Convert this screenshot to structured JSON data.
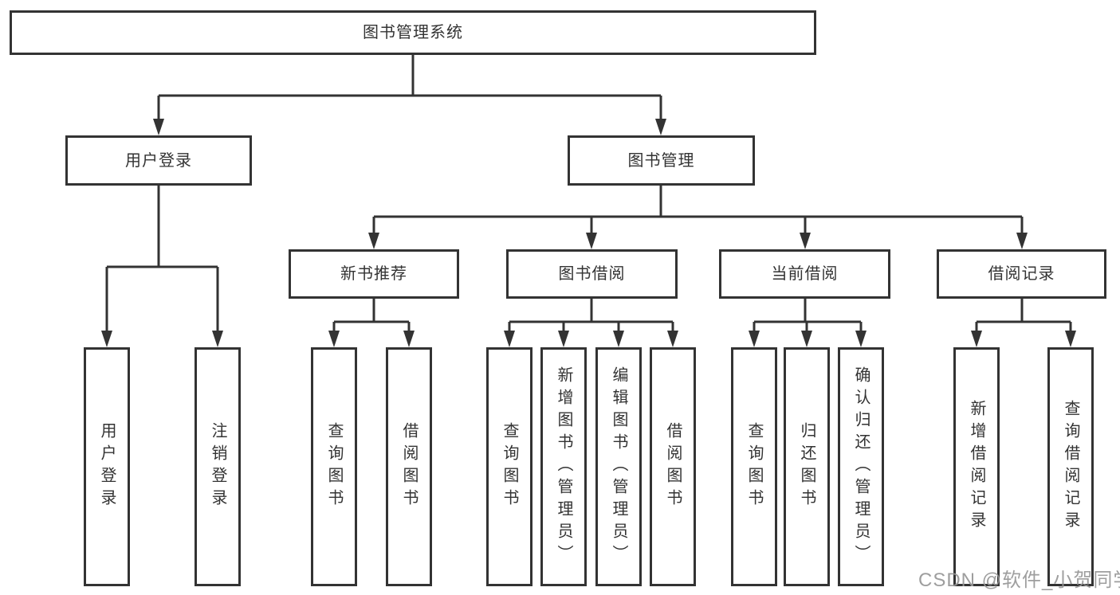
{
  "diagram": {
    "root": {
      "label": "图书管理系统"
    },
    "branches": [
      {
        "label": "用户登录",
        "children": [
          {
            "label": "用户登录"
          },
          {
            "label": "注销登录"
          }
        ]
      },
      {
        "label": "图书管理",
        "children": [
          {
            "label": "新书推荐",
            "children": [
              {
                "label": "查询图书"
              },
              {
                "label": "借阅图书"
              }
            ]
          },
          {
            "label": "图书借阅",
            "children": [
              {
                "label": "查询图书"
              },
              {
                "label": "新增图书（管理员）"
              },
              {
                "label": "编辑图书（管理员）"
              },
              {
                "label": "借阅图书"
              }
            ]
          },
          {
            "label": "当前借阅",
            "children": [
              {
                "label": "查询图书"
              },
              {
                "label": "归还图书"
              },
              {
                "label": "确认归还（管理员）"
              }
            ]
          },
          {
            "label": "借阅记录",
            "children": [
              {
                "label": "新增借阅记录"
              },
              {
                "label": "查询借阅记录"
              }
            ]
          }
        ]
      }
    ],
    "line_color": "#333333",
    "watermark": "CSDN @软件_小贺同学"
  }
}
